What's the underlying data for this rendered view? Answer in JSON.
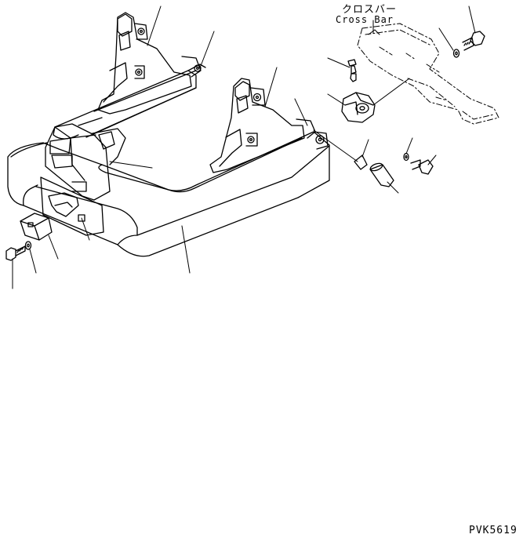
{
  "labels": {
    "cross_bar_jp": "クロスバー",
    "cross_bar_en": "Cross Bar",
    "drawing_code": "PVK5619"
  },
  "colors": {
    "line": "#000000",
    "background": "#ffffff"
  }
}
